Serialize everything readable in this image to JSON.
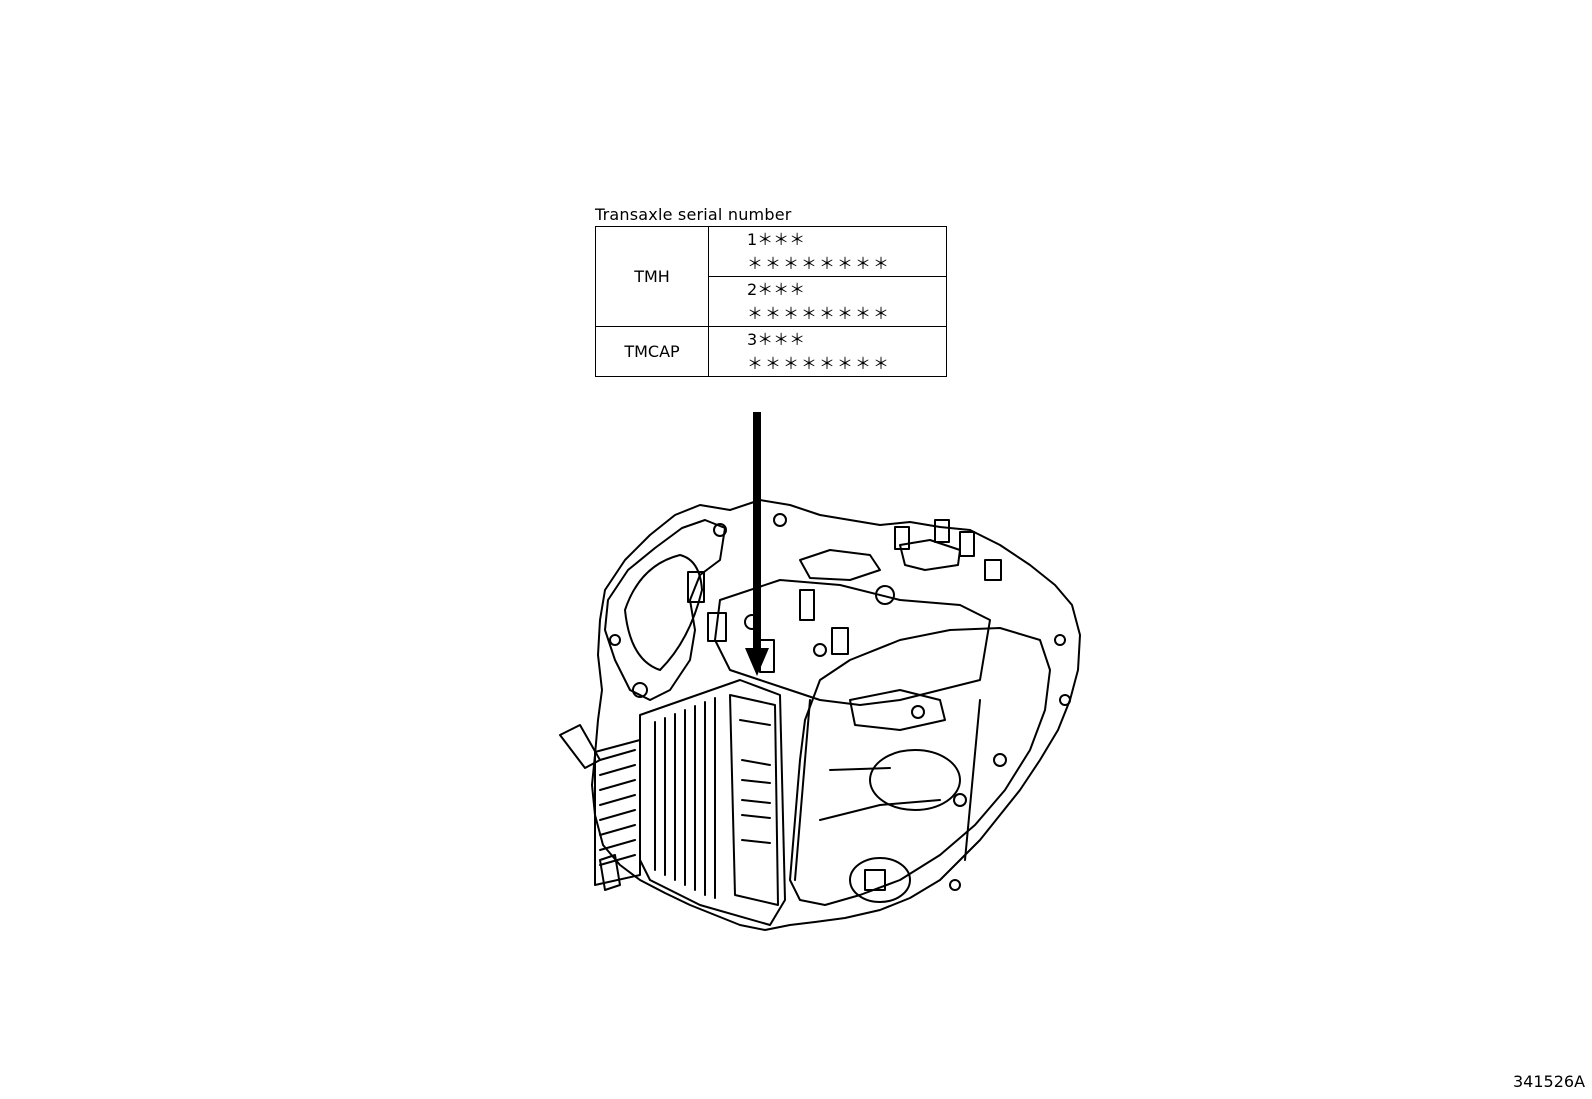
{
  "diagram": {
    "caption": "Transaxle serial number",
    "rows": [
      {
        "manufacturer": "TMH",
        "codes": [
          {
            "line1": "1＊＊＊",
            "line2": "＊＊＊＊＊＊＊＊"
          },
          {
            "line1": "2＊＊＊",
            "line2": "＊＊＊＊＊＊＊＊"
          }
        ]
      },
      {
        "manufacturer": "TMCAP",
        "codes": [
          {
            "line1": "3＊＊＊",
            "line2": "＊＊＊＊＊＊＊＊"
          }
        ]
      }
    ],
    "figure_id": "341526A",
    "component": "transaxle-illustration",
    "line_color": "#000000",
    "background": "#ffffff"
  }
}
